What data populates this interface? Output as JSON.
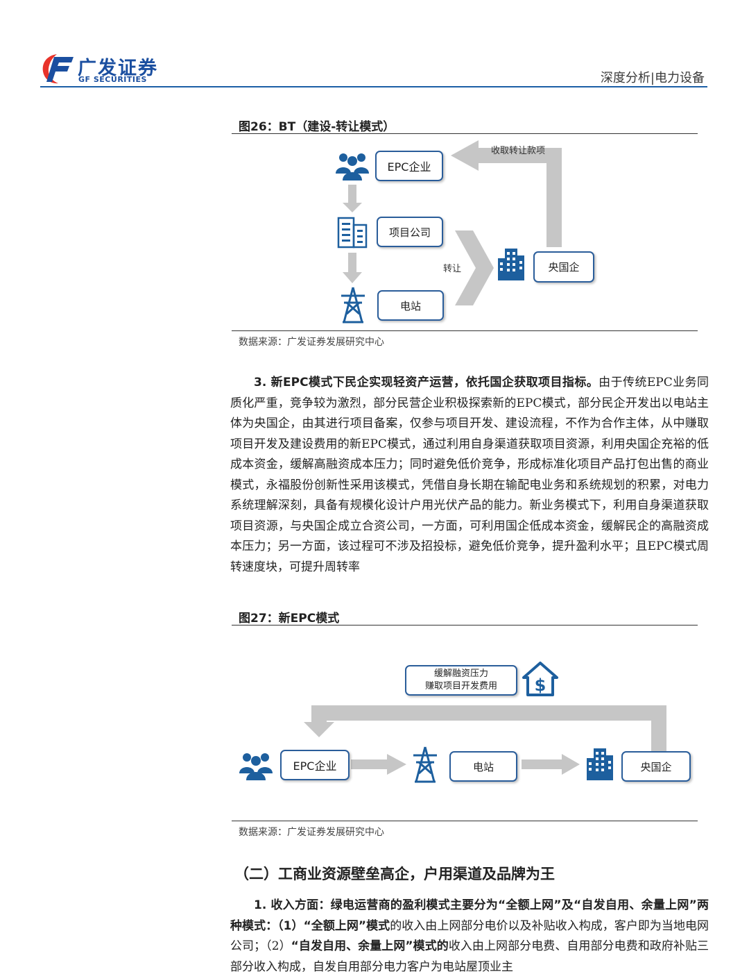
{
  "header": {
    "logo_cn": "广发证券",
    "logo_en": "GF SECURITIES",
    "right_text": "深度分析|电力设备",
    "brand_color": "#1b4fa0",
    "accent_color": "#e8332a"
  },
  "figure26": {
    "title": "图26：BT（建设-转让模式）",
    "nodes": {
      "epc": "EPC企业",
      "project_company": "项目公司",
      "power_station": "电站",
      "soe": "央国企"
    },
    "labels": {
      "collect_payment": "收取转让款项",
      "transfer": "转让"
    },
    "source": "数据来源：广发证券发展研究中心"
  },
  "paragraph1": {
    "lead": "3. 新EPC模式下民企实现轻资产运营，依托国企获取项目指标。",
    "body": "由于传统EPC业务同质化严重，竞争较为激烈，部分民营企业积极探索新的EPC模式，部分民企开发出以电站主体为央国企，由其进行项目备案，仅参与项目开发、建设流程，不作为合作主体，从中赚取项目开发及建设费用的新EPC模式，通过利用自身渠道获取项目资源，利用央国企充裕的低成本资金，缓解高融资成本压力；同时避免低价竞争，形成标准化项目产品打包出售的商业模式，永福股份创新性采用该模式，凭借自身长期在输配电业务和系统规划的积累，对电力系统理解深刻，具备有规模化设计户用光伏产品的能力。新业务模式下，利用自身渠道获取项目资源，与央国企成立合资公司，一方面，可利用国企低成本资金，缓解民企的高融资成本压力；另一方面，该过程可不涉及招投标，避免低价竞争，提升盈利水平；且EPC模式周转速度块，可提升周转率"
  },
  "figure27": {
    "title": "图27：新EPC模式",
    "nodes": {
      "epc": "EPC企业",
      "power_station": "电站",
      "soe": "央国企"
    },
    "benefit_box": {
      "line1": "缓解融资压力",
      "line2": "赚取项目开发费用"
    },
    "source": "数据来源：广发证券发展研究中心"
  },
  "section_heading": "（二）工商业资源壁垒高企，户用渠道及品牌为王",
  "paragraph2": {
    "lead": "1. 收入方面：绿电运营商的盈利模式主要分为“全额上网”及“自发自用、余量上网”两种模式：",
    "part1": "（1）",
    "bold1": "“全额上网”模式",
    "text1": "的收入由上网部分电价以及补贴收入构成，客户即为当地电网公司；",
    "part2": "（2）",
    "bold2": "“自发自用、余量上网”模式的",
    "text2": "收入由上网部分电费、自用部分电费和政府补贴三部分收入构成，自发自用部分电力客户为电站屋顶业主"
  }
}
